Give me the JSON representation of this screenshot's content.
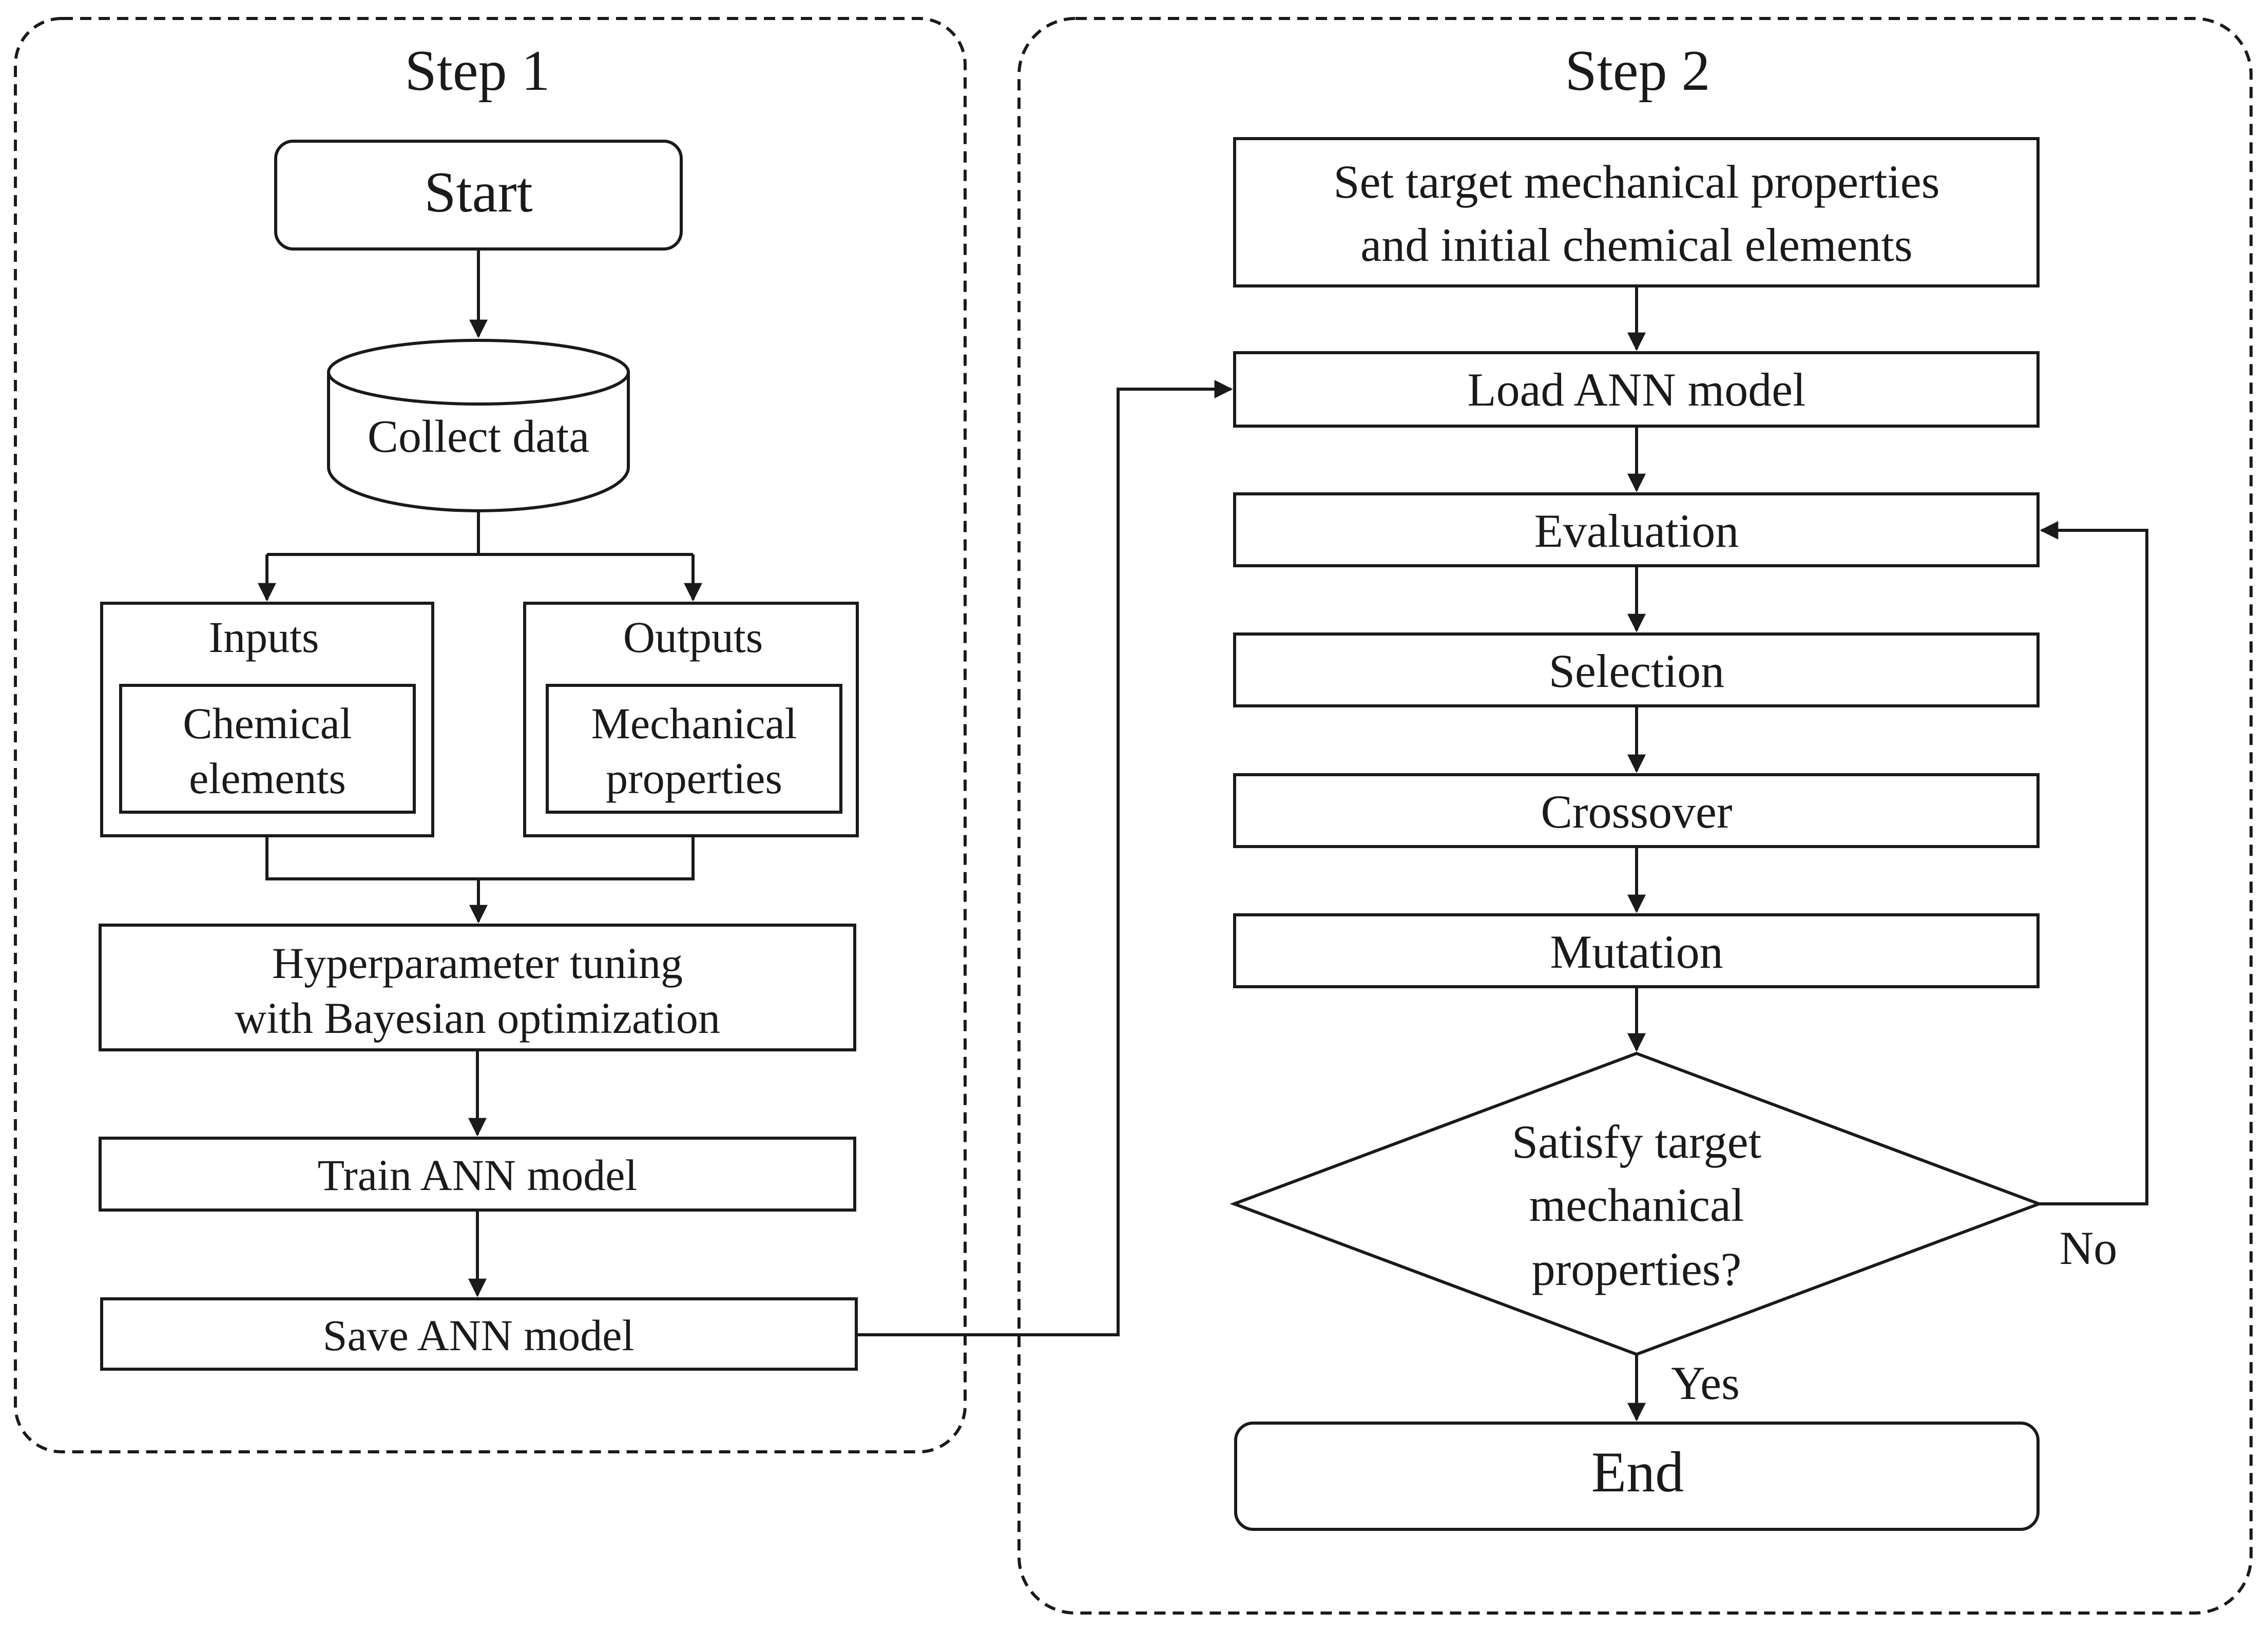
{
  "step1": {
    "title": "Step 1",
    "start": "Start",
    "collect_data": "Collect data",
    "inputs": {
      "label": "Inputs",
      "line1": "Chemical",
      "line2": "elements"
    },
    "outputs": {
      "label": "Outputs",
      "line1": "Mechanical",
      "line2": "properties"
    },
    "hyperparameter": {
      "line1": "Hyperparameter tuning",
      "line2": "with Bayesian optimization"
    },
    "train": "Train ANN model",
    "save": "Save ANN model"
  },
  "step2": {
    "title": "Step 2",
    "set_target": {
      "line1": "Set target mechanical properties",
      "line2": "and initial chemical elements"
    },
    "load": "Load ANN model",
    "evaluation": "Evaluation",
    "selection": "Selection",
    "crossover": "Crossover",
    "mutation": "Mutation",
    "decision": {
      "line1": "Satisfy target",
      "line2": "mechanical",
      "line3": "properties?"
    },
    "no_label": "No",
    "yes_label": "Yes",
    "end": "End"
  }
}
